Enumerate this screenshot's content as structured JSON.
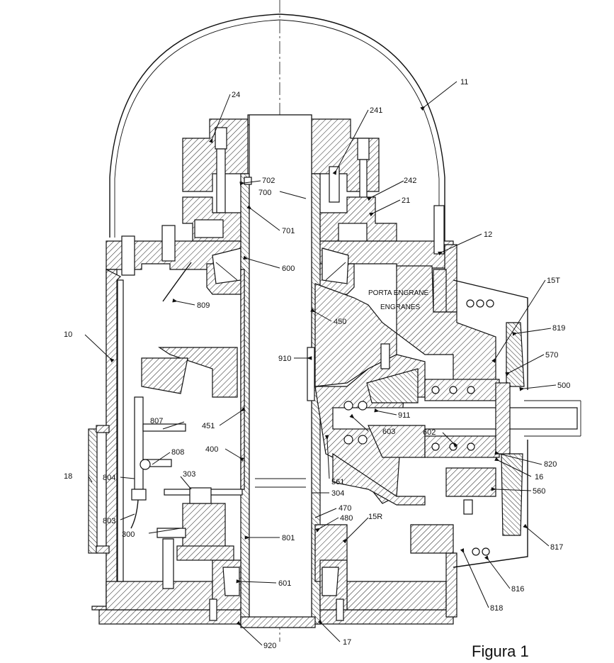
{
  "figure": {
    "caption": "Figura 1",
    "text_labels": {
      "porta_engrane": "PORTA ENGRANE",
      "engranes": "ENGRANES"
    },
    "ref_labels": {
      "l11": "11",
      "l24": "24",
      "l241": "241",
      "l242": "242",
      "l21": "21",
      "l12": "12",
      "l702": "702",
      "l700": "700",
      "l701": "701",
      "l600": "600",
      "l809": "809",
      "l450": "450",
      "l15T": "15T",
      "l819": "819",
      "l570": "570",
      "l10": "10",
      "l910": "910",
      "l911": "911",
      "l500": "500",
      "l807": "807",
      "l451": "451",
      "l603": "603",
      "l602": "602",
      "l400": "400",
      "l808": "808",
      "l820": "820",
      "l18": "18",
      "l804": "804",
      "l303": "303",
      "l561": "561",
      "l16": "16",
      "l304": "304",
      "l560": "560",
      "l470": "470",
      "l803": "803",
      "l480": "480",
      "l15R": "15R",
      "l300": "300",
      "l801": "801",
      "l817": "817",
      "l601": "601",
      "l816": "816",
      "l818": "818",
      "l920": "920",
      "l17": "17"
    }
  }
}
